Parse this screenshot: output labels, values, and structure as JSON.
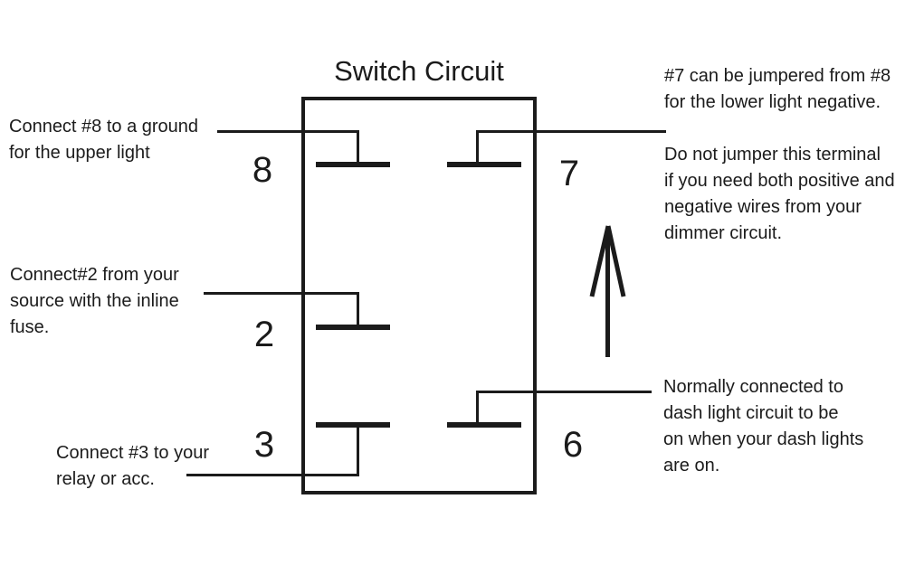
{
  "title": "Switch Circuit",
  "colors": {
    "line": "#1b1b1b",
    "background": "#ffffff"
  },
  "switch": {
    "terminals": [
      {
        "label": "8",
        "position": "top-left"
      },
      {
        "label": "2",
        "position": "middle-left"
      },
      {
        "label": "3",
        "position": "bottom-left"
      },
      {
        "label": "7",
        "position": "top-right"
      },
      {
        "label": "6",
        "position": "bottom-right"
      }
    ]
  },
  "annotations": {
    "left": [
      {
        "target": "terminal-8",
        "lines": [
          "Connect #8 to a ground",
          "for the upper light"
        ]
      },
      {
        "target": "terminal-2",
        "lines": [
          "Connect#2 from your",
          "source with the inline",
          "fuse."
        ]
      },
      {
        "target": "terminal-3",
        "lines": [
          "Connect #3 to your",
          "relay or acc."
        ]
      }
    ],
    "right": [
      {
        "target": "terminal-7",
        "lines": [
          "#7 can be jumpered from #8",
          "for the lower light negative."
        ]
      },
      {
        "target": "terminal-7-warning",
        "lines": [
          "Do not jumper this terminal",
          "if you need both positive and",
          "negative wires from your",
          "dimmer circuit."
        ]
      },
      {
        "target": "terminal-6",
        "lines": [
          "Normally connected to",
          "dash light circuit to be",
          "on when your dash lights",
          "are on."
        ]
      }
    ]
  },
  "icons": {
    "arrow": "up-arrow-icon"
  }
}
